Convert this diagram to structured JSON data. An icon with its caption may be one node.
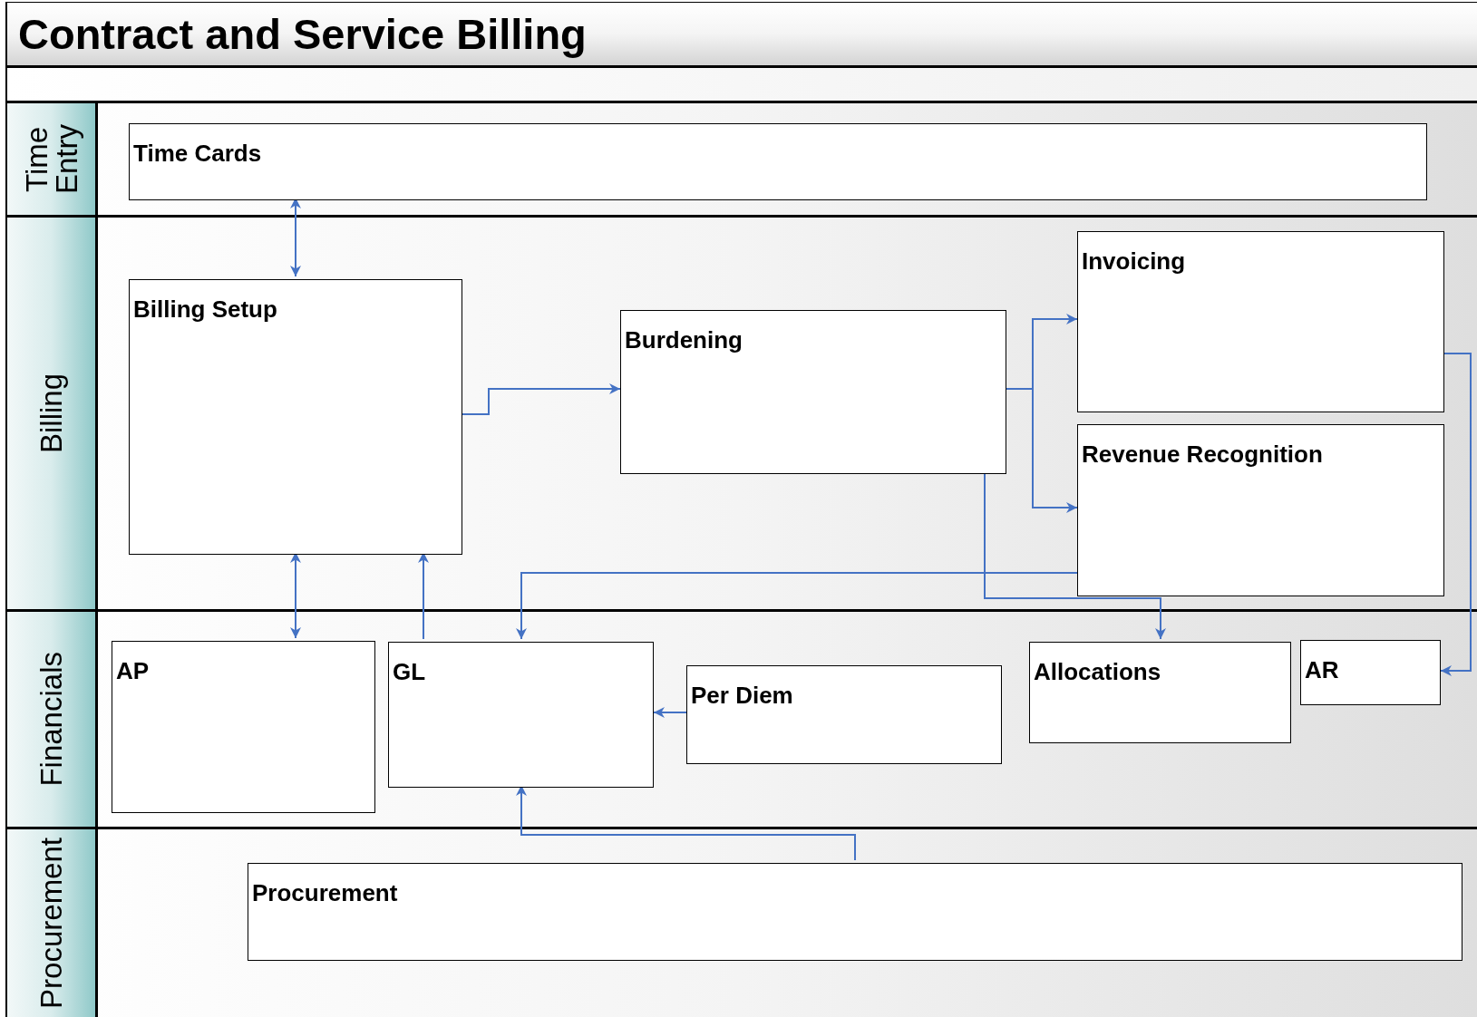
{
  "diagram": {
    "title": "Contract and Service Billing",
    "nodes": [
      {
        "text": [
          "Time Entry"
        ]
      },
      {
        "text": [
          "Time Cards"
        ],
        "in": 0
      },
      {
        "text": [
          "Billing"
        ]
      },
      {
        "text": [
          "Billing Setup"
        ],
        "in": 2
      },
      {
        "text": [
          "Burdening"
        ],
        "in": 2
      },
      {
        "text": [
          "Invoicing"
        ],
        "in": 2
      },
      {
        "text": [
          "Revenue Recognition"
        ],
        "in": 2
      },
      {
        "text": [
          "Financials"
        ]
      },
      {
        "text": [
          "AP"
        ],
        "in": 7
      },
      {
        "text": [
          "GL"
        ],
        "in": 7
      },
      {
        "text": [
          "Per Diem"
        ],
        "in": 7
      },
      {
        "text": [
          "Allocations"
        ],
        "in": 7
      },
      {
        "text": [
          "AR"
        ],
        "in": 7
      },
      {
        "text": [
          "Procurement"
        ]
      },
      {
        "text": [
          "Procurement"
        ],
        "in": 13
      }
    ],
    "edges": [
      {
        "from": 1,
        "to": 3,
        "arrow": "both"
      },
      {
        "from": 3,
        "to": 4,
        "arrow": "to"
      },
      {
        "from": 4,
        "to": 5,
        "arrow": "to"
      },
      {
        "from": 4,
        "to": 6,
        "arrow": "to"
      },
      {
        "from": 5,
        "to": 12,
        "arrow": "to"
      },
      {
        "from": 3,
        "to": 8,
        "arrow": "both"
      },
      {
        "from": 9,
        "to": 3,
        "arrow": "to"
      },
      {
        "from": 6,
        "to": 9,
        "arrow": "to"
      },
      {
        "from": 4,
        "to": 11,
        "arrow": "to"
      },
      {
        "from": 10,
        "to": 9,
        "arrow": "to"
      },
      {
        "from": 14,
        "to": 9,
        "arrow": "to"
      }
    ]
  }
}
